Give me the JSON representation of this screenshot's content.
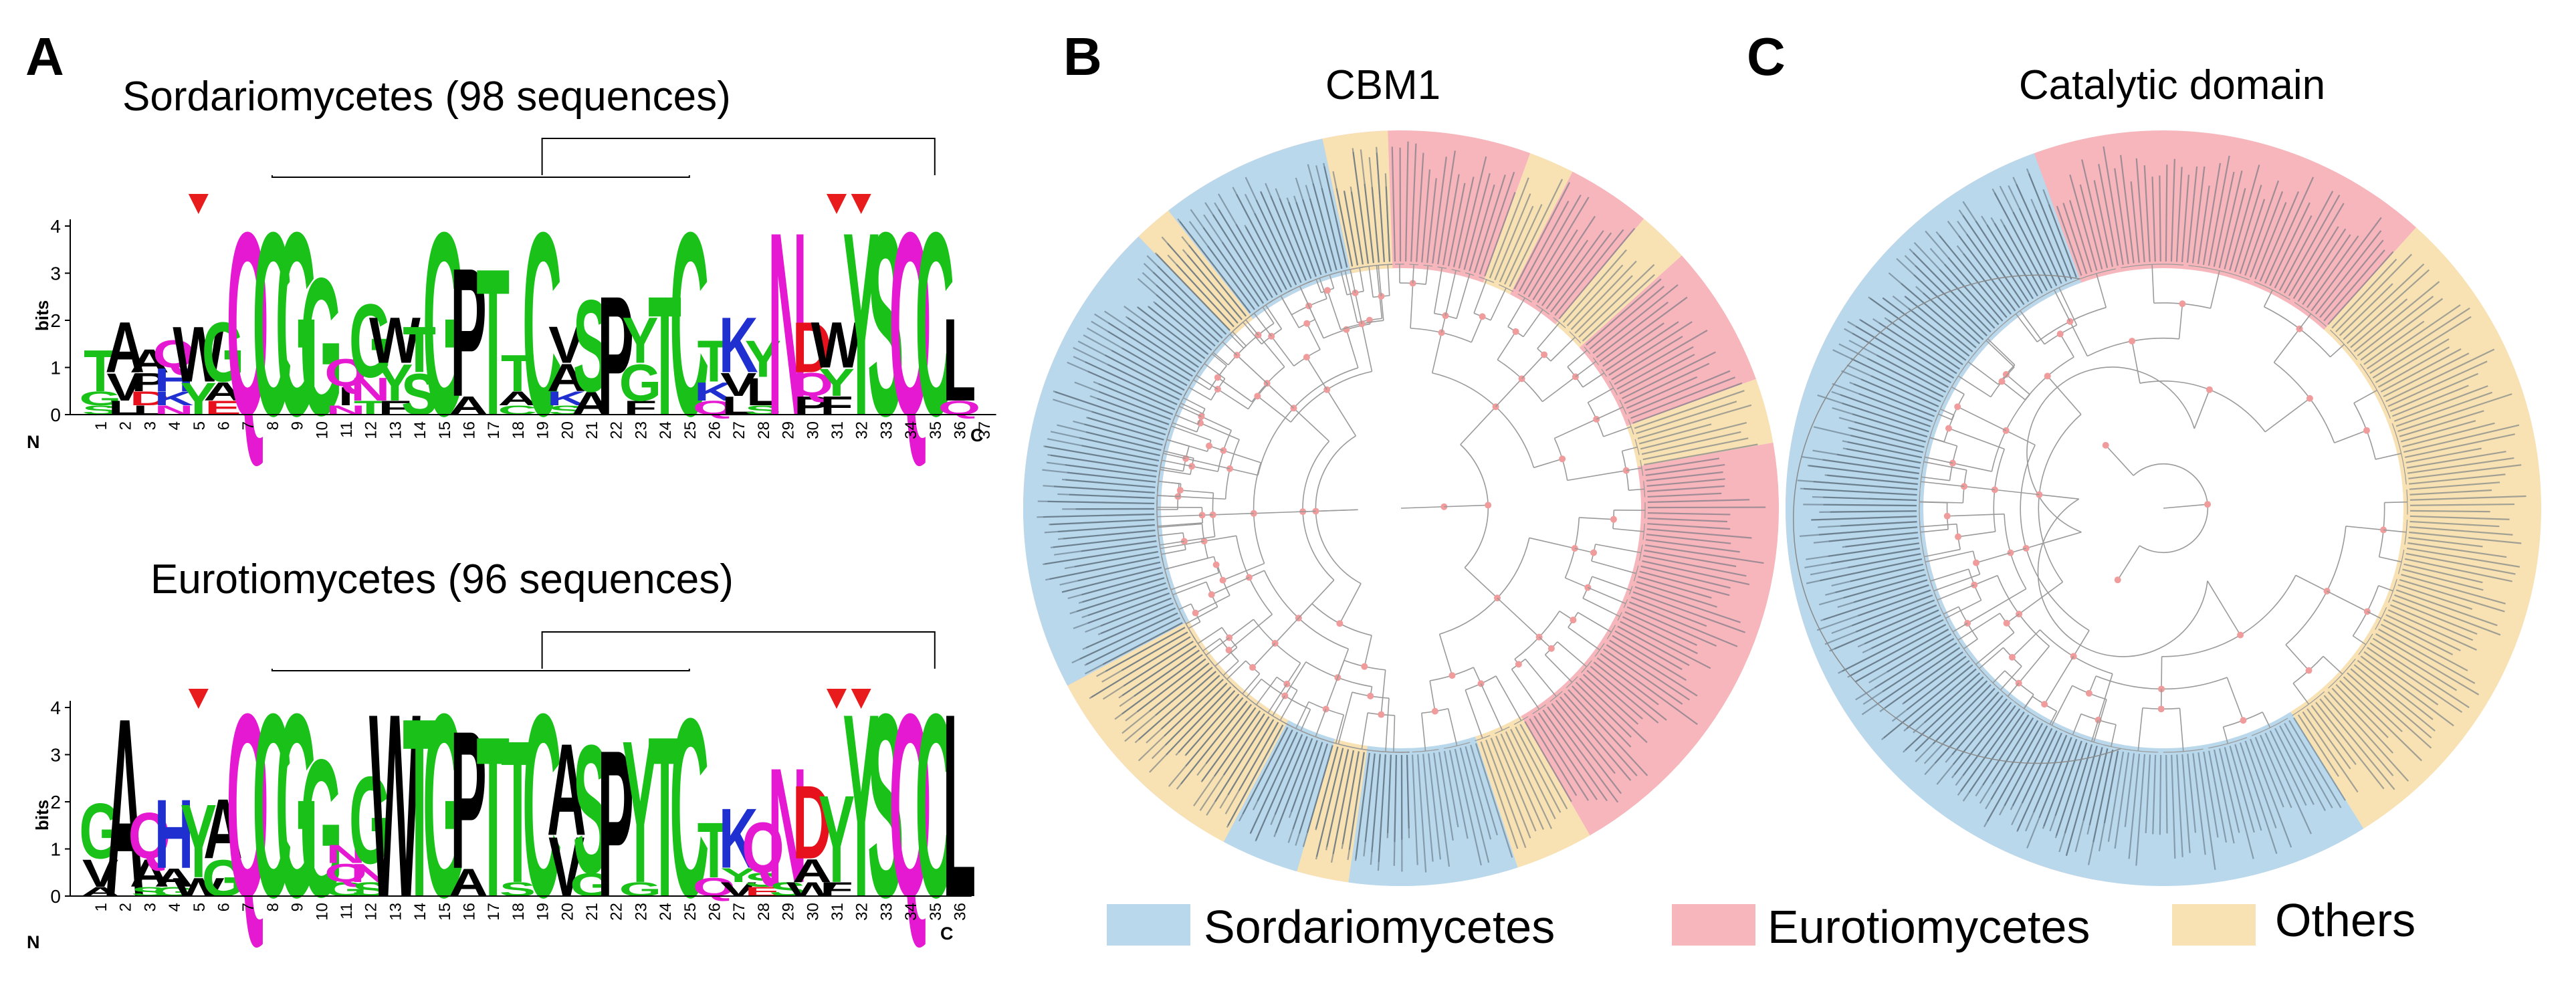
{
  "colors": {
    "sordario": "#b9d8ec",
    "euro": "#f6b6bb",
    "others": "#f8e2b4",
    "node": "#f09c9c",
    "green": "#19c119",
    "magenta": "#e619d2",
    "blue": "#1f2fd0",
    "red": "#e6111c",
    "black": "#000000",
    "marker": "#e81c1c"
  },
  "panelA": {
    "label": "A",
    "logos": [
      {
        "title": "Sordariomycetes (98 sequences)",
        "ylabel": "bits",
        "yticks": [
          "0",
          "1",
          "2",
          "3",
          "4"
        ],
        "xticks": [
          "1",
          "2",
          "3",
          "4",
          "5",
          "6",
          "7",
          "8",
          "9",
          "10",
          "11",
          "12",
          "13",
          "14",
          "15",
          "16",
          "17",
          "18",
          "19",
          "20",
          "21",
          "22",
          "23",
          "24",
          "25",
          "26",
          "27",
          "28",
          "29",
          "30",
          "31",
          "32",
          "33",
          "34",
          "35",
          "36",
          "37"
        ],
        "n_label": "N",
        "c_label": "C",
        "positions": [
          [
            [
              "T",
              0.9
            ],
            [
              "G",
              0.3
            ],
            [
              "S",
              0.2
            ]
          ],
          [
            [
              "A",
              1.1
            ],
            [
              "V",
              0.6
            ],
            [
              "L",
              0.3
            ]
          ],
          [
            [
              "A",
              0.5
            ],
            [
              "P",
              0.4
            ],
            [
              "D",
              0.3
            ],
            [
              "L",
              0.2
            ]
          ],
          [
            [
              "Q",
              0.6
            ],
            [
              "H",
              0.5
            ],
            [
              "K",
              0.3
            ],
            [
              "N",
              0.2
            ]
          ],
          [
            [
              "W",
              1.2
            ],
            [
              "Y",
              0.7
            ]
          ],
          [
            [
              "G",
              1.3
            ],
            [
              "A",
              0.4
            ],
            [
              "E",
              0.3
            ]
          ],
          [
            [
              "Q",
              4.0
            ]
          ],
          [
            [
              "C",
              4.0
            ]
          ],
          [
            [
              "G",
              4.0
            ]
          ],
          [
            [
              "G",
              3.0
            ]
          ],
          [
            [
              "Q",
              0.6
            ],
            [
              "I",
              0.4
            ],
            [
              "N",
              0.2
            ]
          ],
          [
            [
              "G",
              1.6
            ],
            [
              "N",
              0.5
            ],
            [
              "T",
              0.3
            ]
          ],
          [
            [
              "W",
              1.0
            ],
            [
              "Y",
              0.8
            ],
            [
              "F",
              0.3
            ]
          ],
          [
            [
              "T",
              1.0
            ],
            [
              "S",
              0.9
            ]
          ],
          [
            [
              "G",
              4.0
            ]
          ],
          [
            [
              "P",
              2.8
            ],
            [
              "A",
              0.4
            ]
          ],
          [
            [
              "T",
              3.2
            ]
          ],
          [
            [
              "T",
              0.8
            ],
            [
              "A",
              0.3
            ],
            [
              "C",
              0.2
            ]
          ],
          [
            [
              "C",
              4.0
            ]
          ],
          [
            [
              "V",
              0.8
            ],
            [
              "A",
              0.6
            ],
            [
              "K",
              0.3
            ],
            [
              "S",
              0.2
            ]
          ],
          [
            [
              "S",
              2.0
            ],
            [
              "A",
              0.5
            ]
          ],
          [
            [
              "P",
              2.6
            ]
          ],
          [
            [
              "Y",
              1.0
            ],
            [
              "G",
              0.8
            ],
            [
              "F",
              0.3
            ]
          ],
          [
            [
              "T",
              2.6
            ]
          ],
          [
            [
              "C",
              4.0
            ]
          ],
          [
            [
              "T",
              0.9
            ],
            [
              "K",
              0.4
            ],
            [
              "Q",
              0.3
            ]
          ],
          [
            [
              "K",
              1.2
            ],
            [
              "V",
              0.5
            ],
            [
              "L",
              0.4
            ]
          ],
          [
            [
              "Y",
              0.8
            ],
            [
              "L",
              0.6
            ],
            [
              "S",
              0.2
            ]
          ],
          [
            [
              "N",
              4.0
            ]
          ],
          [
            [
              "D",
              1.1
            ],
            [
              "Q",
              0.5
            ],
            [
              "P",
              0.4
            ]
          ],
          [
            [
              "W",
              1.0
            ],
            [
              "Y",
              0.6
            ],
            [
              "F",
              0.4
            ]
          ],
          [
            [
              "Y",
              4.0
            ]
          ],
          [
            [
              "S",
              4.0
            ]
          ],
          [
            [
              "Q",
              4.0
            ]
          ],
          [
            [
              "C",
              4.0
            ]
          ],
          [
            [
              "L",
              1.8
            ],
            [
              "Q",
              0.3
            ]
          ]
        ],
        "markers": [
          5,
          31,
          32
        ],
        "bridges": [
          [
            8,
            25
          ],
          [
            19,
            35
          ]
        ]
      },
      {
        "title": "Eurotiomycetes (96 sequences)",
        "ylabel": "bits",
        "yticks": [
          "0",
          "1",
          "2",
          "3",
          "4"
        ],
        "xticks": [
          "1",
          "2",
          "3",
          "4",
          "5",
          "6",
          "7",
          "8",
          "9",
          "10",
          "11",
          "12",
          "13",
          "14",
          "15",
          "16",
          "17",
          "18",
          "19",
          "20",
          "21",
          "22",
          "23",
          "24",
          "25",
          "26",
          "27",
          "28",
          "29",
          "30",
          "31",
          "32",
          "33",
          "34",
          "35",
          "36"
        ],
        "n_label": "N",
        "c_label": "C",
        "positions": [
          [
            [
              "G",
              1.2
            ],
            [
              "V",
              0.6
            ],
            [
              "A",
              0.2
            ]
          ],
          [
            [
              "A",
              3.9
            ]
          ],
          [
            [
              "Q",
              1.0
            ],
            [
              "A",
              0.6
            ],
            [
              "S",
              0.2
            ]
          ],
          [
            [
              "H",
              1.5
            ],
            [
              "A",
              0.4
            ],
            [
              "G",
              0.2
            ]
          ],
          [
            [
              "Y",
              1.6
            ],
            [
              "W",
              0.4
            ]
          ],
          [
            [
              "A",
              1.3
            ],
            [
              "G",
              0.8
            ]
          ],
          [
            [
              "Q",
              4.0
            ]
          ],
          [
            [
              "C",
              4.0
            ]
          ],
          [
            [
              "G",
              4.0
            ]
          ],
          [
            [
              "G",
              3.0
            ]
          ],
          [
            [
              "Q",
              0.4
            ],
            [
              "N",
              0.4
            ],
            [
              "G",
              0.3
            ]
          ],
          [
            [
              "G",
              1.9
            ],
            [
              "N",
              0.4
            ],
            [
              "S",
              0.3
            ]
          ],
          [
            [
              "W",
              4.0
            ]
          ],
          [
            [
              "T",
              3.9
            ]
          ],
          [
            [
              "G",
              4.0
            ]
          ],
          [
            [
              "P",
              3.0
            ],
            [
              "A",
              0.6
            ]
          ],
          [
            [
              "T",
              3.5
            ]
          ],
          [
            [
              "T",
              3.1
            ],
            [
              "S",
              0.3
            ]
          ],
          [
            [
              "C",
              4.0
            ]
          ],
          [
            [
              "A",
              2.0
            ],
            [
              "V",
              1.3
            ]
          ],
          [
            [
              "S",
              2.8
            ],
            [
              "G",
              0.5
            ]
          ],
          [
            [
              "P",
              3.2
            ]
          ],
          [
            [
              "Y",
              3.1
            ],
            [
              "G",
              0.3
            ]
          ],
          [
            [
              "T",
              3.5
            ]
          ],
          [
            [
              "C",
              3.9
            ]
          ],
          [
            [
              "T",
              1.2
            ],
            [
              "Q",
              0.4
            ]
          ],
          [
            [
              "K",
              1.3
            ],
            [
              "V",
              0.3
            ],
            [
              "Y",
              0.3
            ]
          ],
          [
            [
              "Q",
              1.1
            ],
            [
              "S",
              0.3
            ],
            [
              "E",
              0.2
            ]
          ],
          [
            [
              "N",
              2.5
            ],
            [
              "S",
              0.3
            ]
          ],
          [
            [
              "D",
              1.6
            ],
            [
              "A",
              0.5
            ],
            [
              "W",
              0.3
            ]
          ],
          [
            [
              "Y",
              1.9
            ],
            [
              "F",
              0.3
            ]
          ],
          [
            [
              "Y",
              4.0
            ]
          ],
          [
            [
              "S",
              4.0
            ]
          ],
          [
            [
              "Q",
              4.0
            ]
          ],
          [
            [
              "C",
              4.0
            ]
          ],
          [
            [
              "L",
              4.0
            ]
          ]
        ],
        "markers": [
          5,
          31,
          32
        ],
        "bridges": [
          [
            8,
            25
          ],
          [
            19,
            35
          ]
        ]
      }
    ]
  },
  "panelB": {
    "label": "B",
    "title": "CBM1",
    "sectors": [
      [
        "sordario",
        88,
        100
      ],
      [
        "others",
        100,
        104
      ],
      [
        "sordario",
        104,
        118
      ],
      [
        "others",
        118,
        122
      ],
      [
        "sordario",
        122,
        136
      ],
      [
        "euro",
        136,
        168
      ],
      [
        "sordario",
        168,
        180
      ],
      [
        "euro",
        180,
        190
      ],
      [
        "sordario",
        190,
        196
      ],
      [
        "euro",
        196,
        290
      ],
      [
        "others",
        290,
        297
      ],
      [
        "euro",
        297,
        310
      ],
      [
        "others",
        310,
        318
      ],
      [
        "euro",
        318,
        340
      ],
      [
        "others",
        340,
        350
      ],
      [
        "euro",
        350,
        420
      ],
      [
        "others",
        420,
        432
      ],
      [
        "sordario",
        432,
        458
      ],
      [
        "others",
        458,
        466
      ],
      [
        "sordario",
        466,
        478
      ],
      [
        "others",
        478,
        512
      ],
      [
        "sordario",
        512,
        586
      ],
      [
        "others",
        586,
        592
      ],
      [
        "sordario",
        592,
        618
      ],
      [
        "others",
        618,
        628
      ]
    ]
  },
  "panelC": {
    "label": "C",
    "title": "Catalytic domain",
    "sectors": [
      [
        "euro",
        100,
        120
      ],
      [
        "sordario",
        120,
        138
      ],
      [
        "euro",
        138,
        312
      ],
      [
        "others",
        312,
        418
      ],
      [
        "sordario",
        418,
        610
      ]
    ]
  },
  "legend": [
    {
      "key": "sordario",
      "label": "Sordariomycetes"
    },
    {
      "key": "euro",
      "label": "Eurotiomycetes"
    },
    {
      "key": "others",
      "label": "Others"
    }
  ]
}
